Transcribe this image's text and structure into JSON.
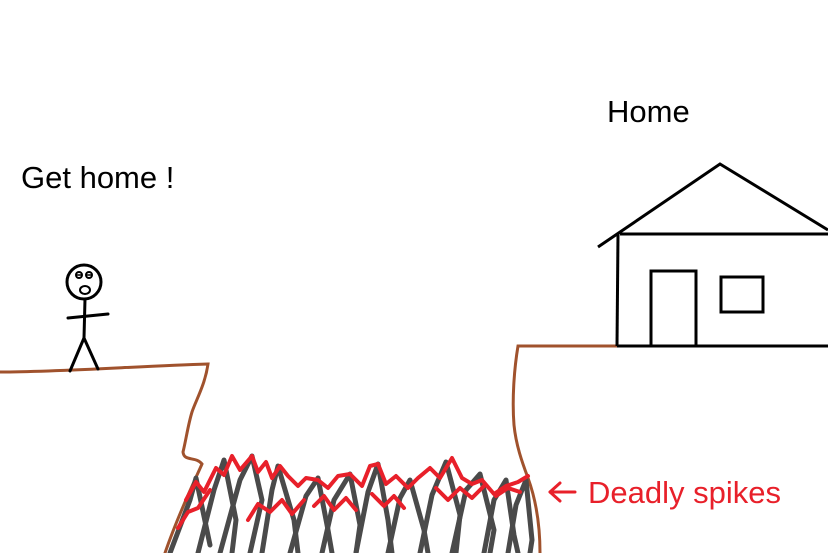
{
  "labels": {
    "goal": "Get home !",
    "home": "Home",
    "hazard": "Deadly spikes"
  },
  "colors": {
    "ground": "#a0522d",
    "stick": "#000000",
    "spike_dark": "#4a4a4a",
    "spike_blood": "#e8202a",
    "hazard_text": "#e8202a",
    "text": "#000000"
  },
  "icons": {
    "player": "stick-figure-icon",
    "house": "house-icon",
    "arrow": "arrow-left-icon"
  }
}
